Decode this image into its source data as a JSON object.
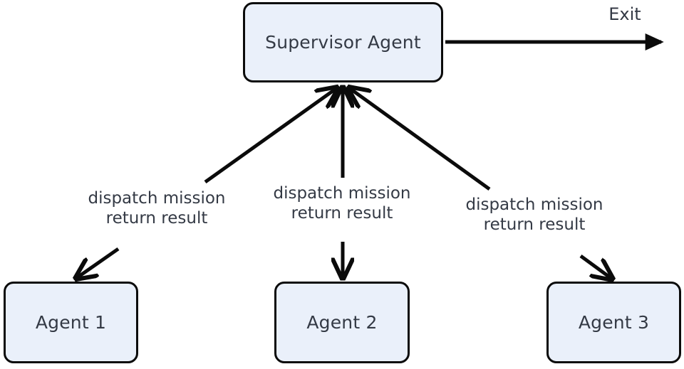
{
  "diagram": {
    "title": "Supervisor Agent multi-agent dispatch diagram",
    "colors": {
      "node_fill": "#eaf0fa",
      "node_stroke": "#0b0b0b",
      "text": "#343a45",
      "edge": "#0b0b0b",
      "background": "#ffffff"
    },
    "nodes": [
      {
        "id": "supervisor",
        "label": "Supervisor Agent"
      },
      {
        "id": "agent1",
        "label": "Agent 1"
      },
      {
        "id": "agent2",
        "label": "Agent 2"
      },
      {
        "id": "agent3",
        "label": "Agent 3"
      }
    ],
    "edges": [
      {
        "id": "exit",
        "from": "supervisor",
        "to": "exit",
        "label": "Exit",
        "direction": "right"
      },
      {
        "id": "supervisor-agent1",
        "from": "supervisor",
        "to": "agent1",
        "label_line1": "dispatch mission",
        "label_line2": "return result"
      },
      {
        "id": "supervisor-agent2",
        "from": "supervisor",
        "to": "agent2",
        "label_line1": "dispatch mission",
        "label_line2": "return result"
      },
      {
        "id": "supervisor-agent3",
        "from": "supervisor",
        "to": "agent3",
        "label_line1": "dispatch mission",
        "label_line2": "return result"
      }
    ]
  }
}
